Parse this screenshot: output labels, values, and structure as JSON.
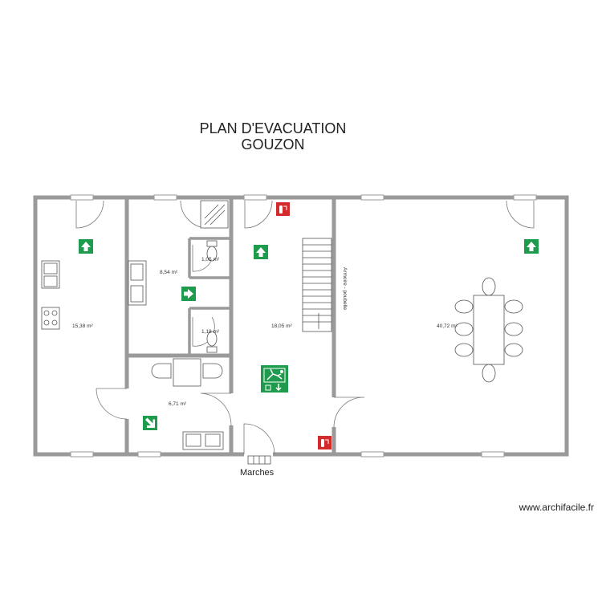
{
  "title": {
    "line1": "PLAN D'EVACUATION",
    "line2": "GOUZON"
  },
  "rooms": [
    {
      "id": "left-room",
      "area": "15,38 m²"
    },
    {
      "id": "middle-top-room",
      "area": "8,54 m²"
    },
    {
      "id": "shower-wc",
      "area": "1,05 m²"
    },
    {
      "id": "wc",
      "area": "1,18 m²"
    },
    {
      "id": "middle-bottom-room",
      "area": "6,71 m²"
    },
    {
      "id": "stair-hall",
      "area": "18,05 m²"
    },
    {
      "id": "large-room",
      "area": "40,72 m²"
    }
  ],
  "labels": {
    "wall_text": "Armoire - poubelle",
    "steps": "Marches",
    "credit": "www.archifacile.fr"
  },
  "colors": {
    "wall": "#9a9a9a",
    "exit_green": "#1f9b4d",
    "extinguisher_red": "#d32b2b"
  },
  "icons": [
    "exit-arrow-up-icon",
    "exit-arrow-right-icon",
    "exit-arrow-down-icon",
    "emergency-exit-running-man-icon",
    "fire-extinguisher-icon"
  ]
}
